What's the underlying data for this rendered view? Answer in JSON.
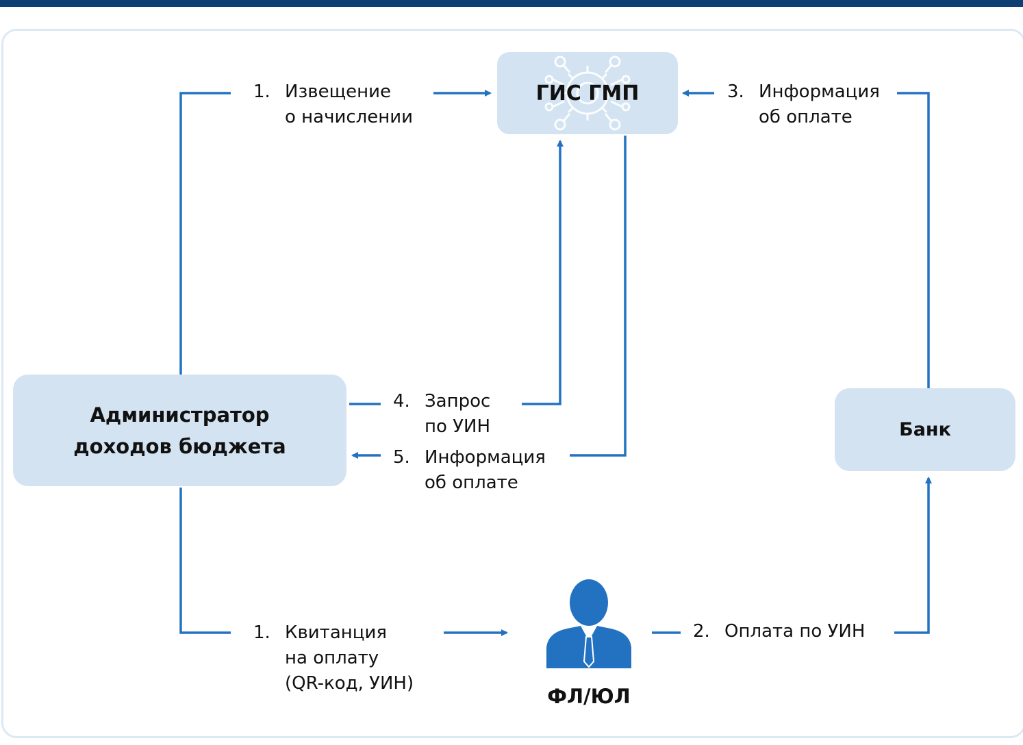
{
  "colors": {
    "accent": "#2372c1",
    "box_fill": "#d3e3f1",
    "top_bar": "#0d3f73"
  },
  "nodes": {
    "gis": {
      "label": "ГИС ГМП",
      "icon": "network-gear-icon"
    },
    "admin": {
      "line1": "Администратор",
      "line2": "доходов бюджета"
    },
    "bank": {
      "label": "Банк"
    },
    "person": {
      "label": "ФЛ/ЮЛ",
      "icon": "person-icon"
    }
  },
  "edges": {
    "e1_notice": {
      "num": "1.",
      "line1": "Извещение",
      "line2": "о начислении"
    },
    "e1_receipt": {
      "num": "1.",
      "line1": "Квитанция",
      "line2": "на оплату",
      "line3": "(QR-код, УИН)"
    },
    "e2_payment": {
      "num": "2.",
      "line1": "Оплата по УИН"
    },
    "e3_info": {
      "num": "3.",
      "line1": "Информация",
      "line2": "об оплате"
    },
    "e4_request": {
      "num": "4.",
      "line1": "Запрос",
      "line2": "по УИН"
    },
    "e5_info": {
      "num": "5.",
      "line1": "Информация",
      "line2": "об оплате"
    }
  }
}
